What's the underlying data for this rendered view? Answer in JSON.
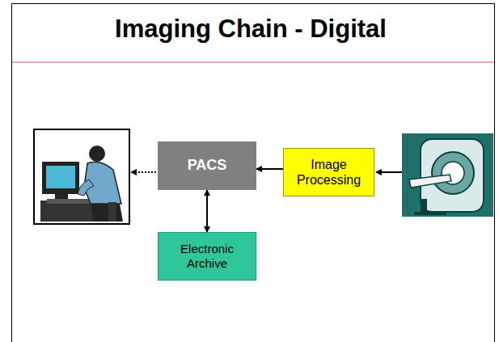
{
  "diagram": {
    "title": "Imaging Chain - Digital",
    "nodes": [
      {
        "text": [
          "PACS"
        ]
      },
      {
        "text": [
          "Image Processing"
        ]
      },
      {
        "text": [
          "Electronic Archive"
        ]
      }
    ],
    "edges": [
      {
        "from": 1,
        "to": 0,
        "arrow": "to"
      },
      {
        "from": 0,
        "to": 2,
        "arrow": "both"
      }
    ]
  }
}
